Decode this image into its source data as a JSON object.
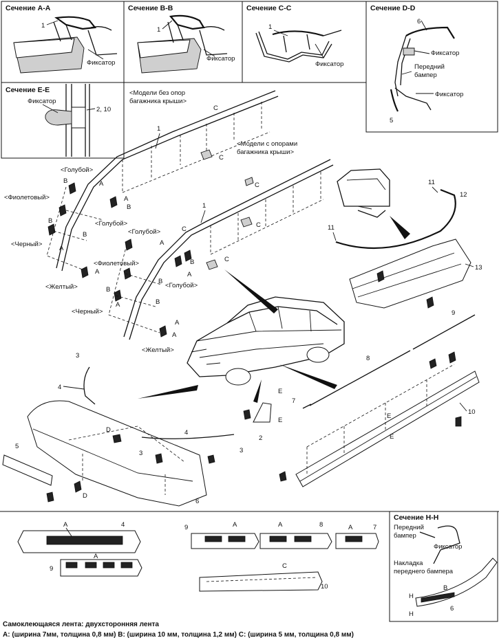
{
  "sections": {
    "aa": {
      "title": "Сечение A-A",
      "num1": "1",
      "clip": "Фиксатор"
    },
    "bb": {
      "title": "Сечение B-B",
      "num1": "1",
      "clip": "Фиксатор"
    },
    "cc": {
      "title": "Сечение C-C",
      "num1": "1",
      "clip": "Фиксатор"
    },
    "dd": {
      "title": "Сечение D-D",
      "num6": "6",
      "clip1": "Фиксатор",
      "bumper_l1": "Передний",
      "bumper_l2": "бампер",
      "clip2": "Фиксатор",
      "num5": "5"
    },
    "ee": {
      "title": "Сечение E-E",
      "clip": "Фиксатор",
      "num": "2, 10"
    },
    "hh": {
      "title": "Сечение H-H",
      "bumper_l1": "Передний",
      "bumper_l2": "бампер",
      "clip": "Фиксатор",
      "cover_l1": "Накладка",
      "cover_l2": "переднего бампера",
      "b": "B",
      "num6": "6",
      "h1": "H",
      "h2": "H"
    }
  },
  "roof": {
    "no_rack_l1": "<Модели без опор",
    "no_rack_l2": "багажника крыши>",
    "rack_l1": "<Модели с опорами",
    "rack_l2": "багажника крыши>",
    "blue": "<Голубой>",
    "violet": "<Фиолетовый>",
    "black": "<Черный>",
    "yellow": "<Желтый>",
    "a": "A",
    "b": "B",
    "c": "C",
    "n1": "1"
  },
  "parts": {
    "n2": "2",
    "n3": "3",
    "n4": "4",
    "n5": "5",
    "n6": "6",
    "n7": "7",
    "n8": "8",
    "n9": "9",
    "n10": "10",
    "n11": "11",
    "n12": "12",
    "n13": "13",
    "d": "D",
    "e": "E"
  },
  "tapes": {
    "a": "A",
    "c": "C",
    "n4": "4",
    "n7": "7",
    "n8": "8",
    "n9": "9",
    "n10": "10"
  },
  "footer": {
    "line1": "Самоклеющаяся лента: двухсторонняя лента",
    "line2": "A: (ширина 7мм, толщина 0,8 мм) B: (ширина 10 мм, толщина 1,2 мм) C: (ширина 5 мм, толщина 0,8 мм)"
  }
}
